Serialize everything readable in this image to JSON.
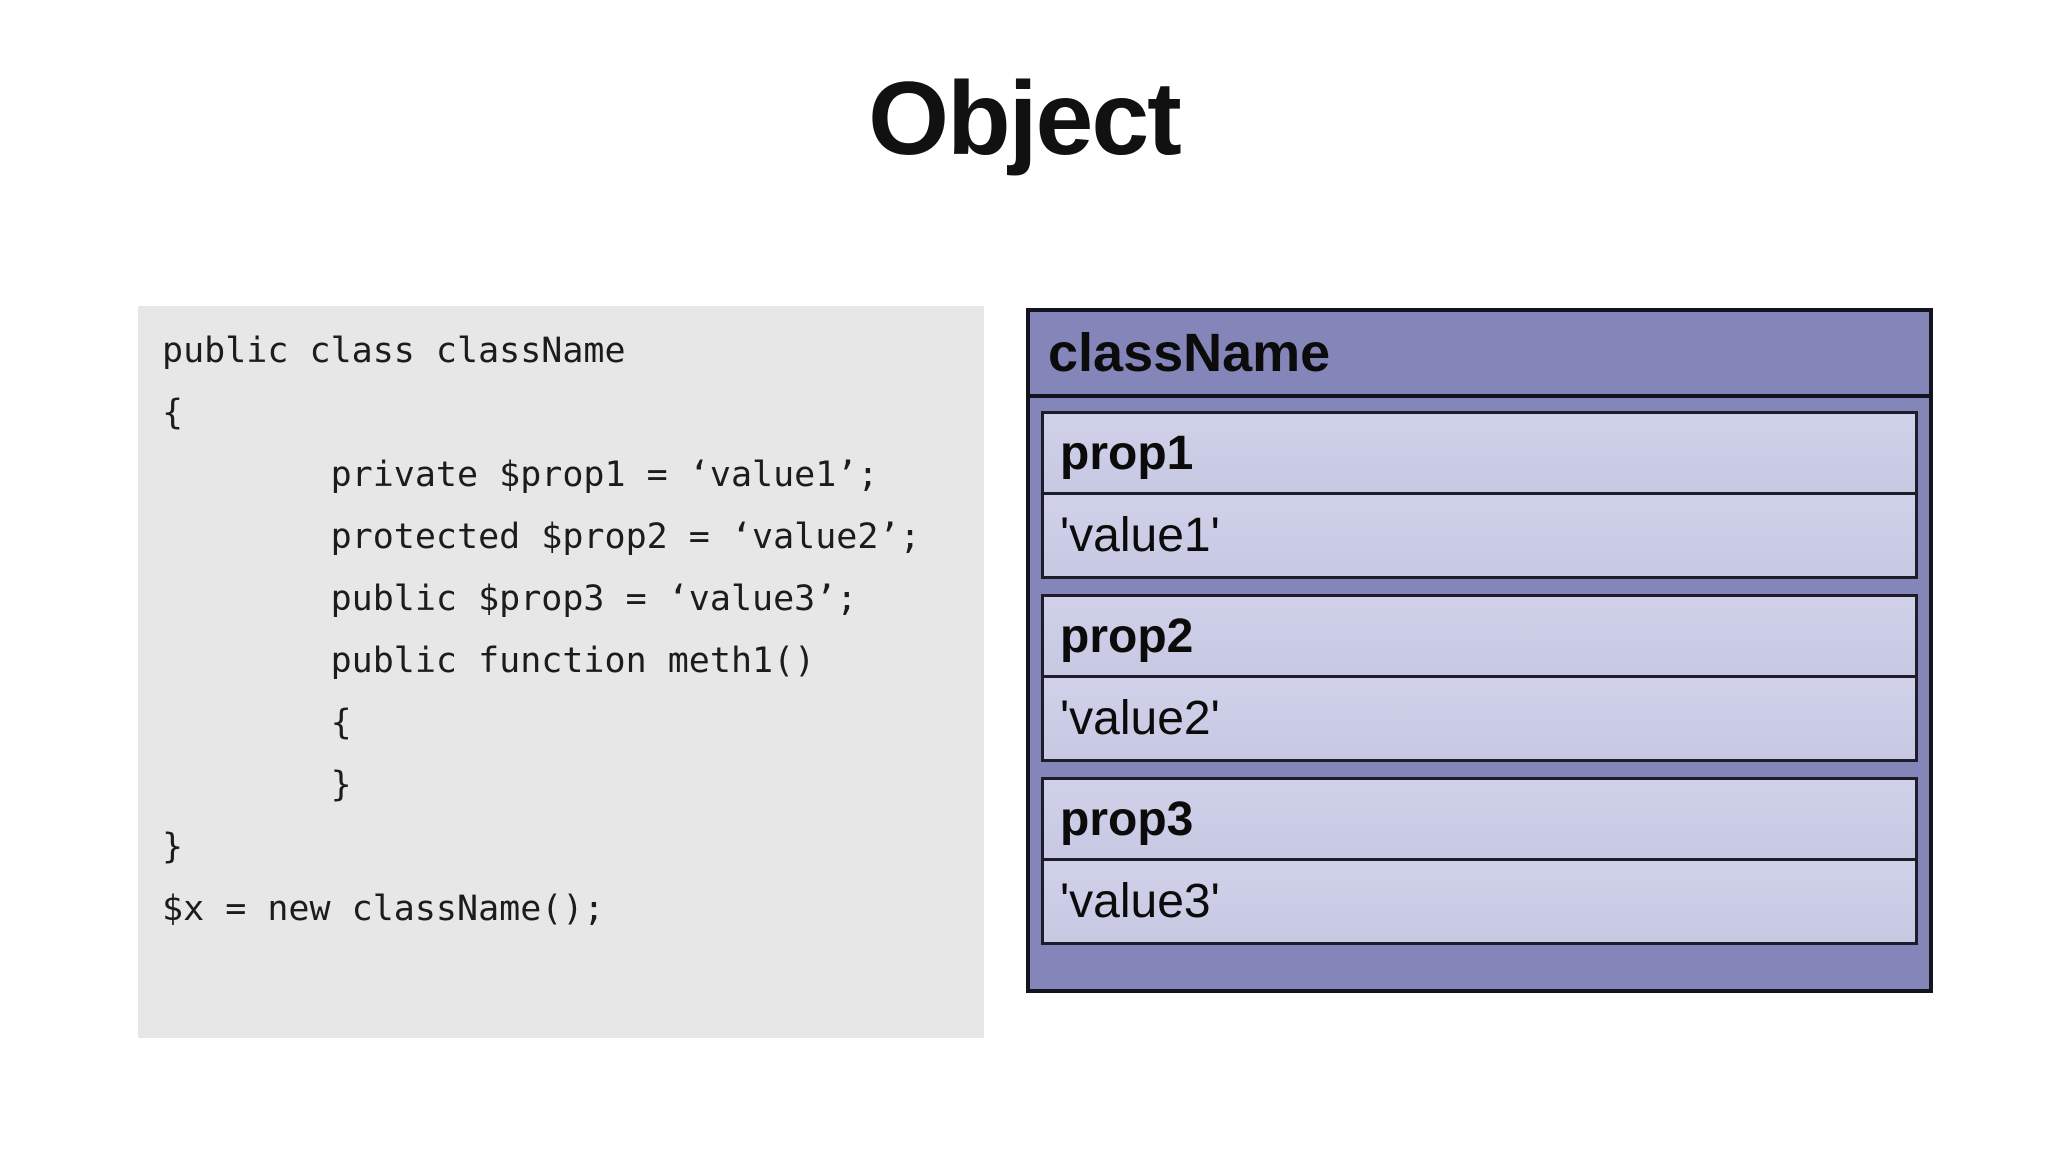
{
  "slide": {
    "title": "Object"
  },
  "code_panel": {
    "lines": [
      "public class className",
      "{",
      "        private $prop1 = ‘value1’;",
      "        protected $prop2 = ‘value2’;",
      "        public $prop3 = ‘value3’;",
      "",
      "        public function meth1()",
      "        {",
      "        }",
      "}",
      "$x = new className();"
    ]
  },
  "object_diagram": {
    "class_name": "className",
    "properties": [
      {
        "name": "prop1",
        "value": "'value1'"
      },
      {
        "name": "prop2",
        "value": "'value2'"
      },
      {
        "name": "prop3",
        "value": "'value3'"
      }
    ]
  },
  "colors": {
    "page_background": "#ffffff",
    "title_text": "#111111",
    "code_background": "#e7e7e7",
    "code_text": "#1c1c1c",
    "diagram_frame": "#8485b9",
    "diagram_cell": "#cbcce6",
    "diagram_border": "#14141e"
  }
}
